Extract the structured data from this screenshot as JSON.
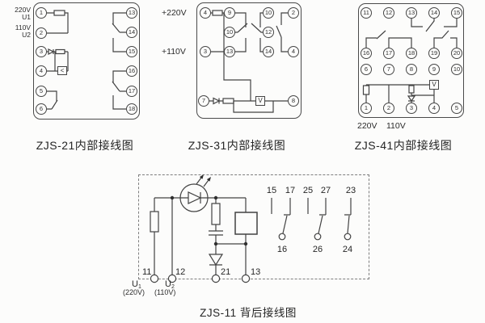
{
  "colors": {
    "line": "#424242",
    "text": "#2b2b2b",
    "background": "#fcfcfb"
  },
  "zjs21": {
    "caption": "ZJS-21内部接线图",
    "side_labels": [
      {
        "voltage": "220V",
        "ref": "U1"
      },
      {
        "voltage": "110V",
        "ref": "U2"
      }
    ],
    "left_terminals": [
      "1",
      "2",
      "3",
      "4",
      "5",
      "6"
    ],
    "right_terminals": [
      "13",
      "14",
      "15",
      "16",
      "17",
      "18"
    ],
    "relay_box_symbol": "<"
  },
  "zjs31": {
    "caption": "ZJS-31内部接线图",
    "voltage_labels": [
      "+220V",
      "+110V"
    ],
    "terminals": [
      "4",
      "3",
      "9",
      "10",
      "13",
      "10",
      "12",
      "14",
      "2",
      "4",
      "7",
      "8"
    ],
    "meter_symbol": "V"
  },
  "zjs41": {
    "caption": "ZJS-41内部接线图",
    "voltage_labels": [
      "220V",
      "110V"
    ],
    "terminals": [
      "11",
      "12",
      "13",
      "14",
      "15",
      "16",
      "17",
      "18",
      "19",
      "20",
      "6",
      "7",
      "8",
      "9",
      "10",
      "1",
      "2",
      "3",
      "4",
      "5"
    ],
    "meter_symbol": "V"
  },
  "zjs11": {
    "caption": "ZJS-11 背后接线图",
    "bottom_terminals": [
      "11",
      "12",
      "21",
      "13"
    ],
    "contact_top_labels": [
      "15",
      "17",
      "25",
      "27",
      "23"
    ],
    "contact_bottom_labels": [
      "16",
      "26",
      "24"
    ],
    "u_labels": [
      {
        "base": "U",
        "sub": "1",
        "voltage": "(220V)"
      },
      {
        "base": "U",
        "sub": "2",
        "voltage": "(110V)"
      }
    ]
  }
}
